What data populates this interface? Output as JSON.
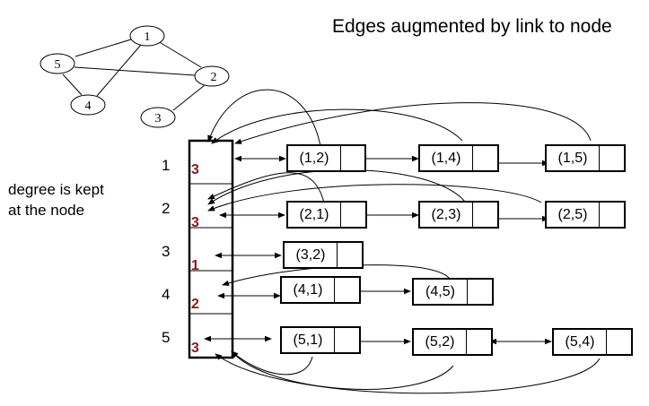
{
  "title": "Edges augmented by link to node",
  "note_lines": [
    "degree is kept",
    "at the node"
  ],
  "graph": {
    "nodes": [
      "1",
      "2",
      "3",
      "4",
      "5"
    ],
    "edges": [
      [
        "1",
        "2"
      ],
      [
        "1",
        "4"
      ],
      [
        "1",
        "5"
      ],
      [
        "2",
        "3"
      ],
      [
        "2",
        "5"
      ],
      [
        "4",
        "5"
      ]
    ]
  },
  "rows": [
    {
      "label": "1",
      "degree": "3",
      "edges": [
        "(1,2)",
        "(1,4)",
        "(1,5)"
      ]
    },
    {
      "label": "2",
      "degree": "3",
      "edges": [
        "(2,1)",
        "(2,3)",
        "(2,5)"
      ]
    },
    {
      "label": "3",
      "degree": "1",
      "edges": [
        "(3,2)"
      ]
    },
    {
      "label": "4",
      "degree": "2",
      "edges": [
        "(4,1)",
        "(4,5)"
      ]
    },
    {
      "label": "5",
      "degree": "3",
      "edges": [
        "(5,1)",
        "(5,2)",
        "(5,4)"
      ]
    }
  ]
}
